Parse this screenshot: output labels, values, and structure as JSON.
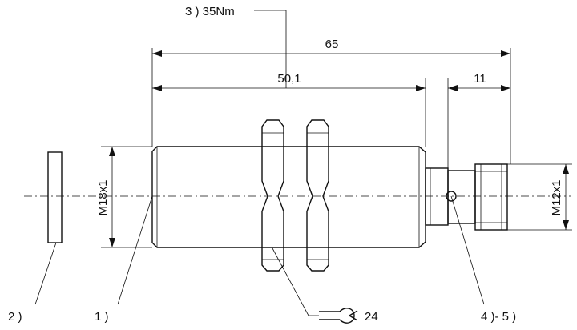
{
  "dimensions": {
    "overall_length": "65",
    "thread_length": "50,1",
    "connector_length": "11",
    "body_thread": "M18x1",
    "connector_thread": "M12x1"
  },
  "callouts": {
    "torque": "3 ) 35Nm",
    "washer": "2 )",
    "sensor_face": "1 )",
    "led": "4 )- 5 )",
    "wrench_size": "24"
  },
  "icons": {
    "wrench": "open-end-wrench-icon"
  }
}
